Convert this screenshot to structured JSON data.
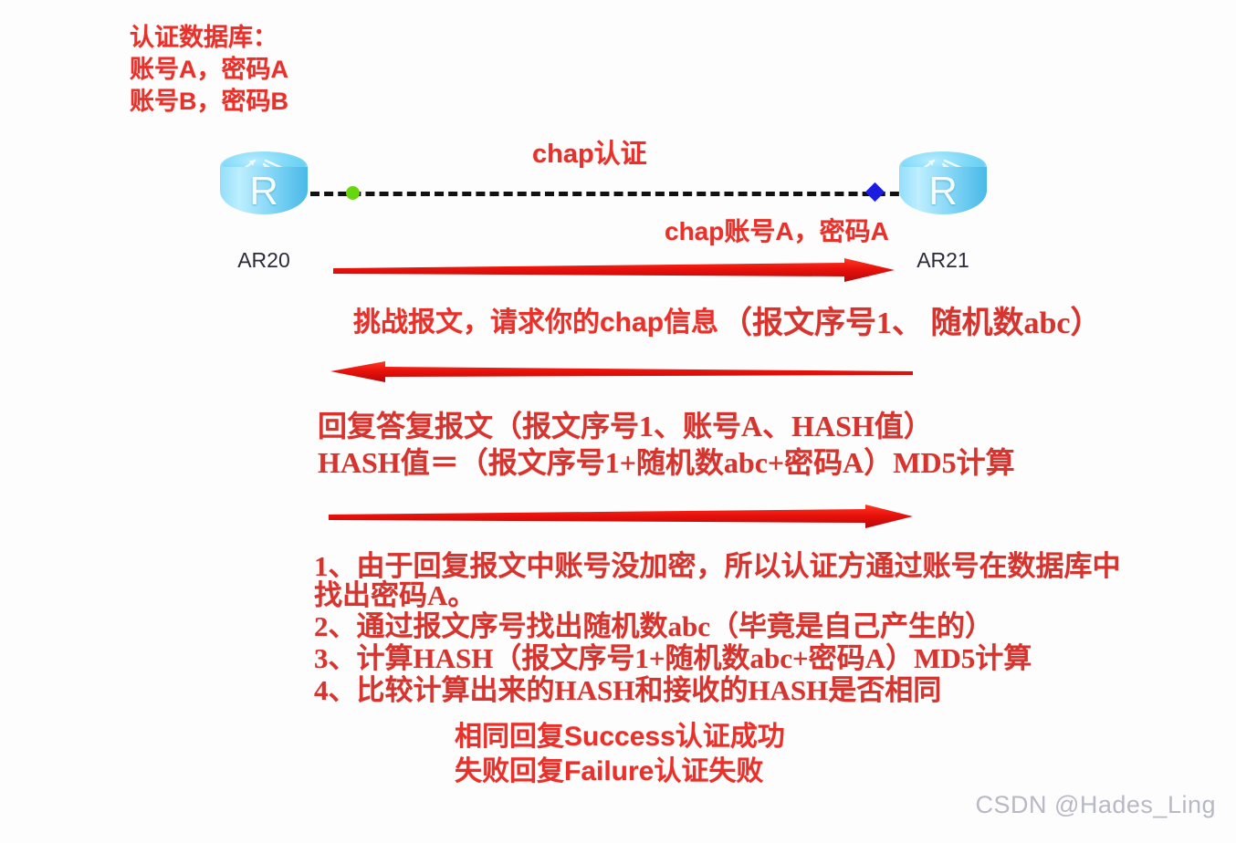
{
  "diagram": {
    "title_note": "CHAP authentication handshake between two routers",
    "auth_db": {
      "heading": "认证数据库：",
      "entries": [
        "账号A，密码A",
        "账号B，密码B"
      ]
    },
    "link": {
      "label": "chap认证",
      "credential_label": "chap账号A，密码A",
      "left_node_color": "#66d60d",
      "right_node_color": "#1c1ce0",
      "style": "dashed"
    },
    "routers": [
      {
        "id": "left",
        "label": "AR20",
        "glyph": "R"
      },
      {
        "id": "right",
        "label": "AR21",
        "glyph": "R"
      }
    ],
    "messages": [
      {
        "id": "challenge",
        "direction": "right",
        "lines": [
          {
            "sans": "挑战报文，请求你的chap信息",
            "serif": "（报文序号1、 随机数abc）"
          }
        ]
      },
      {
        "id": "response",
        "direction": "left",
        "lines": [
          {
            "serif": "回复答复报文（报文序号1、账号A、HASH值）"
          },
          {
            "serif": "HASH值＝（报文序号1+随机数abc+密码A）MD5计算"
          }
        ]
      },
      {
        "id": "verify",
        "direction": "right",
        "lines": [
          {
            "serif": "1、由于回复报文中账号没加密，所以认证方通过账号在数据库中"
          },
          {
            "serif": "找出密码A。"
          },
          {
            "serif": "2、通过报文序号找出随机数abc（毕竟是自己产生的）"
          },
          {
            "serif": "3、计算HASH（报文序号1+随机数abc+密码A）MD5计算"
          },
          {
            "serif": "4、比较计算出来的HASH和接收的HASH是否相同"
          }
        ]
      }
    ],
    "result_lines": [
      "相同回复Success认证成功",
      "失败回复Failure认证失败"
    ],
    "watermark": "CSDN @Hades_Ling",
    "colors": {
      "accent_red": "#e8312b",
      "serif_red": "#d6342e",
      "router_cyan": "#79d7f7",
      "label_dark": "#2b2b3a",
      "watermark_gray": "#b9b9c6"
    }
  }
}
